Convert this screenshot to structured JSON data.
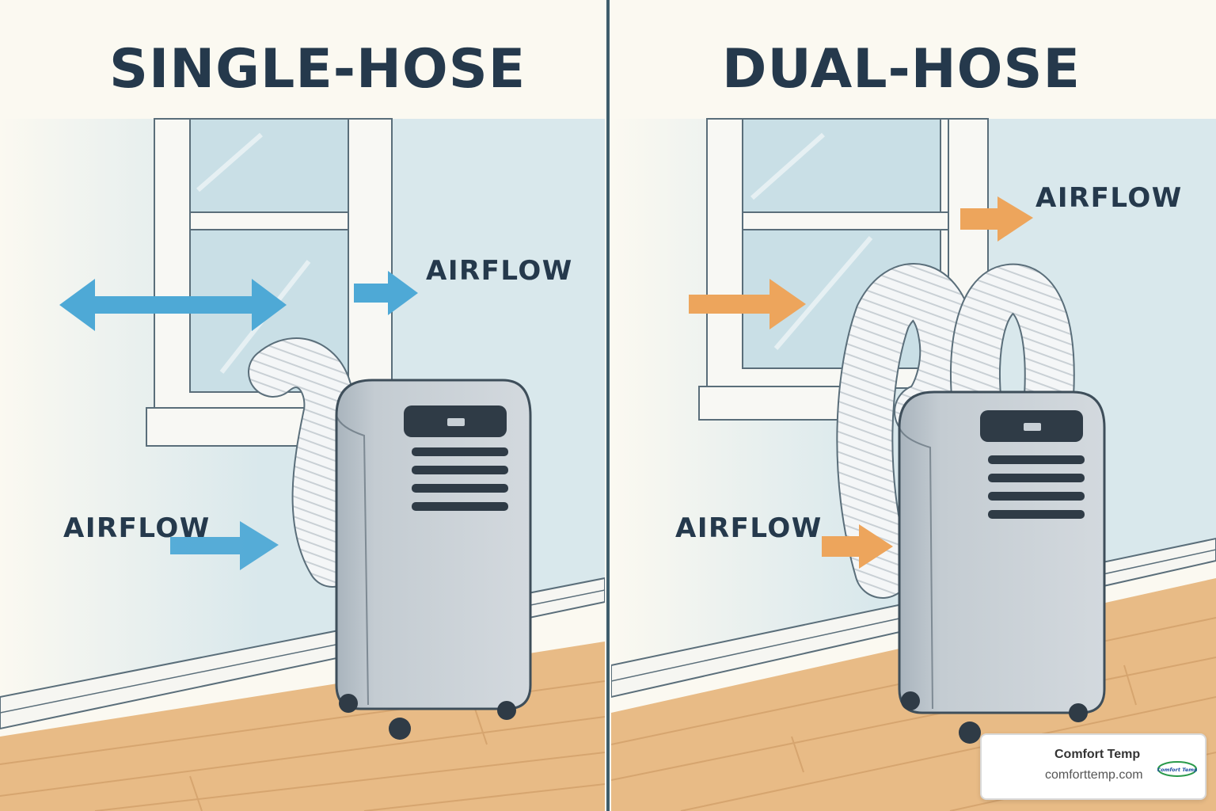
{
  "panels": {
    "single": {
      "title": "SINGLE-HOSE",
      "airflow_top": "AIRFLOW",
      "airflow_bottom": "AIRFLOW"
    },
    "dual": {
      "title": "DUAL-HOSE",
      "airflow_top": "AIRFLOW",
      "airflow_bottom": "AIRFLOW"
    }
  },
  "logo": {
    "name": "Comfort Temp",
    "url": "comforttemp.com",
    "mark_text": "Comfort Temp"
  },
  "colors": {
    "title": "#25394c",
    "blue_arrow": "#4ea9d6",
    "orange_arrow": "#eda55c",
    "wall": "#d9e8ec",
    "floor": "#e8bb86",
    "divider": "#3f5d6b"
  }
}
